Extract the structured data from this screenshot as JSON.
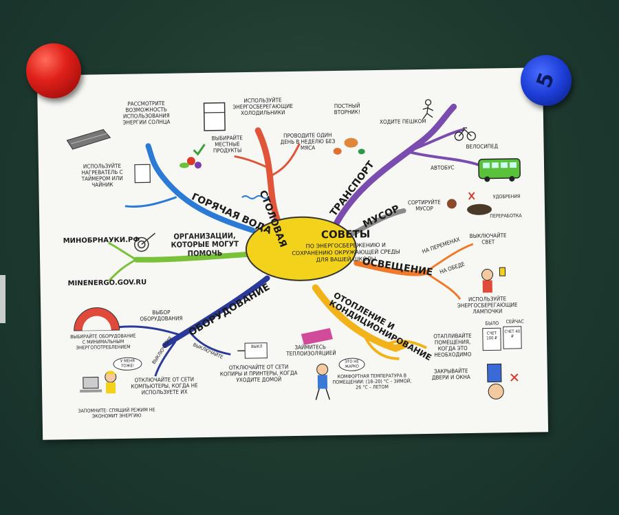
{
  "center": {
    "title": "Советы",
    "subtitle": "по энергосбережению и сохранению окружающей среды для вашей школы"
  },
  "branches": {
    "dining": "Столовая",
    "transport": "Транспорт",
    "trash": "Мусор",
    "lighting": "Освещение",
    "heating": "Отопление и кондиционирование",
    "equipment": "Оборудование",
    "organizations": "Организации, которые могут помочь",
    "hot_water": "Горячая вода"
  },
  "tips": {
    "solar": "Рассмотрите возможность использования энергии солнца",
    "fridge": "Используйте энергосберегающие холодильники",
    "fast_tuesday": "Постный вторник!",
    "no_meat": "Проводите один день в неделю без мяса",
    "local_food": "Выбирайте местные продукты",
    "walk": "Ходите пешком",
    "bike": "Велосипед",
    "bus": "Автобус",
    "sort_trash": "Сортируйте мусор",
    "fertilizer": "Удобрения",
    "recycling": "Переработка",
    "on_breaks": "На переменах",
    "at_lunch": "На обеде",
    "switch_off_light": "Выключайте свет",
    "energy_bulbs": "Используйте энергосберегающие лампочки",
    "heat_when_needed": "Отапливайте помещения, когда это необходимо",
    "close_doors": "Закрывайте двери и окна",
    "insulation": "Займитесь теплоизоляцией",
    "comfort_temp": "Комфортная температура в помещении: (18–20) °C – зимой, 26 °C – летом",
    "not_hot": "Это не жарко",
    "computers_off": "Отключайте от сети компьютеры, когда не используете их",
    "copiers_off": "Отключайте от сети копиры и принтеры, когда уходите домой",
    "choose_equipment": "Выбор оборудования",
    "min_consumption": "Выбирайте оборудование с минимальным энергопотреблением",
    "switch_off": "Выключайте",
    "switch_off_2": "Выключайте",
    "sleep_mode": "Запомните: спящий режим не экономит энергию",
    "not_hot_bubble": "У меня тоже!",
    "off_label": "Выкл",
    "heater_timer": "Используйте нагреватель с таймером или чайник",
    "site_1": "МИНОБРНАУКИ.РФ",
    "site_2": "MINENERGO.GOV.RU",
    "bill_1": "Счет 100 ₽",
    "bill_2": "Счет 40 ₽",
    "before": "Было",
    "after": "Сейчас"
  },
  "magnet_label": "5",
  "colors": {
    "board": "#1e3a2f",
    "poster": "#f7f7f4",
    "center_fill": "#f2d21a",
    "dining": "#e0543a",
    "transport": "#7a4cb0",
    "trash": "#8a8a8a",
    "lighting": "#f07a2a",
    "heating": "#f2b21a",
    "equipment": "#2a3a9a",
    "organizations": "#7ac13a",
    "hot_water": "#2a7ad6"
  }
}
